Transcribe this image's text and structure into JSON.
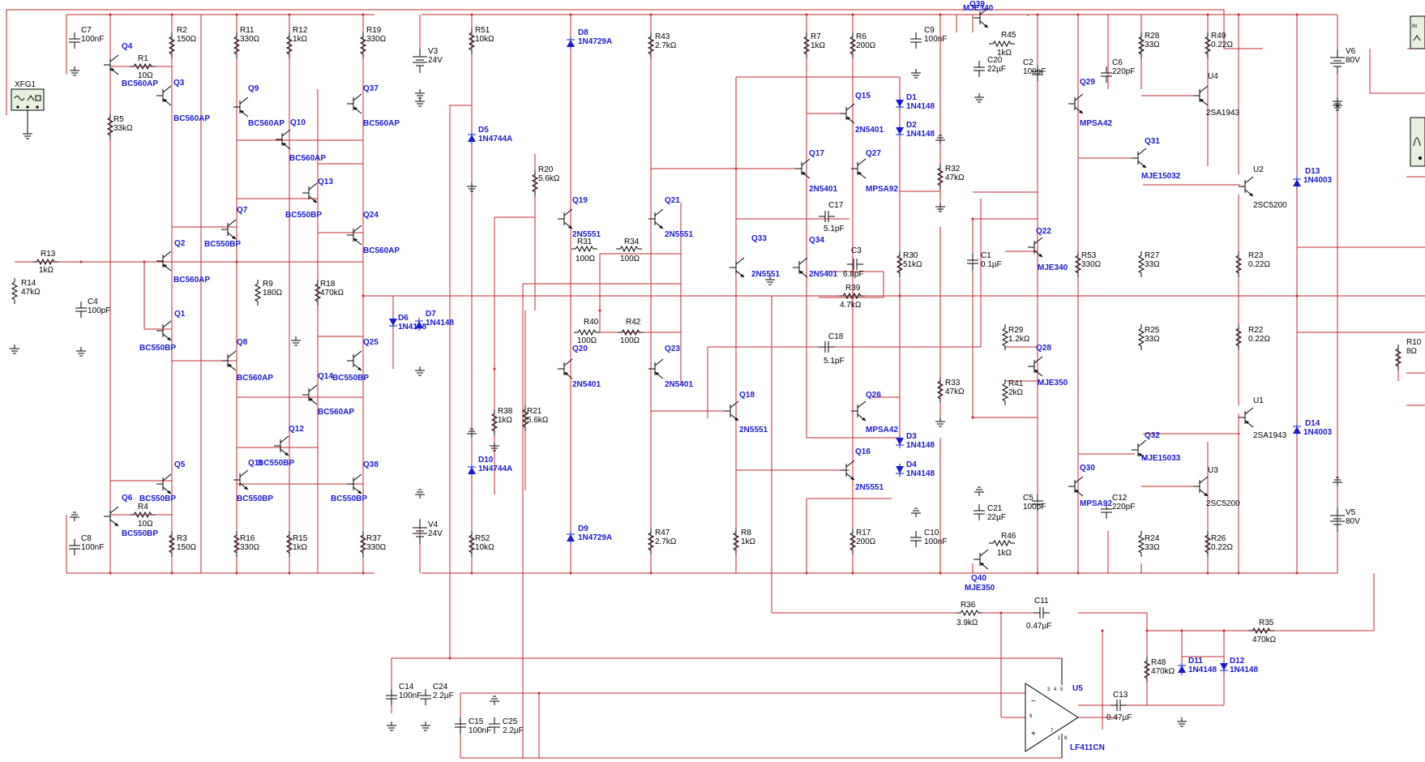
{
  "instrument": {
    "name": "XFG1"
  },
  "op_amp": {
    "ref": "U5",
    "model": "LF411CN",
    "pins": [
      "3",
      "4",
      "5",
      "6",
      "7",
      "1",
      "8"
    ],
    "minus": "−",
    "plus": "+"
  },
  "power": {
    "V3": {
      "ref": "V3",
      "value": "24V"
    },
    "V4": {
      "ref": "V4",
      "value": "24V"
    },
    "V6": {
      "ref": "V6",
      "value": "80V"
    },
    "V5": {
      "ref": "V5",
      "value": "80V"
    }
  },
  "transistors": {
    "Q4": {
      "ref": "Q4",
      "model": "BC560AP"
    },
    "Q3": {
      "ref": "Q3",
      "model": "BC560AP"
    },
    "Q2": {
      "ref": "Q2",
      "model": "BC560AP"
    },
    "Q1": {
      "ref": "Q1",
      "model": "BC550BP"
    },
    "Q5": {
      "ref": "Q5",
      "model": "BC550BP"
    },
    "Q6": {
      "ref": "Q6",
      "model": "BC550BP"
    },
    "Q9": {
      "ref": "Q9",
      "model": "BC560AP"
    },
    "Q10": {
      "ref": "Q10",
      "model": "BC560AP"
    },
    "Q7": {
      "ref": "Q7",
      "model": "BC550BP"
    },
    "Q13": {
      "ref": "Q13",
      "model": "BC550BP"
    },
    "Q37": {
      "ref": "Q37",
      "model": "BC560AP"
    },
    "Q24": {
      "ref": "Q24",
      "model": "BC560AP"
    },
    "Q8": {
      "ref": "Q8",
      "model": "BC560AP"
    },
    "Q14": {
      "ref": "Q14",
      "model": "BC560AP"
    },
    "Q25": {
      "ref": "Q25",
      "model": "BC550BP"
    },
    "Q12": {
      "ref": "Q12",
      "model": "BC550BP"
    },
    "Q11": {
      "ref": "Q11",
      "model": "BC550BP"
    },
    "Q38": {
      "ref": "Q38",
      "model": "BC550BP"
    },
    "Q19": {
      "ref": "Q19",
      "model": "2N5551"
    },
    "Q21": {
      "ref": "Q21",
      "model": "2N5551"
    },
    "Q20": {
      "ref": "Q20",
      "model": "2N5401"
    },
    "Q23": {
      "ref": "Q23",
      "model": "2N5401"
    },
    "Q17": {
      "ref": "Q17",
      "model": "2N5401"
    },
    "Q15": {
      "ref": "Q15",
      "model": "2N5401"
    },
    "Q27": {
      "ref": "Q27",
      "model": "MPSA92"
    },
    "Q33": {
      "ref": "Q33",
      "model": "2N5551"
    },
    "Q34": {
      "ref": "Q34",
      "model": "2N5401"
    },
    "Q18": {
      "ref": "Q18",
      "model": "2N5551"
    },
    "Q26": {
      "ref": "Q26",
      "model": "MPSA42"
    },
    "Q16": {
      "ref": "Q16",
      "model": "2N5551"
    },
    "Q39": {
      "ref": "Q39",
      "model": "MJE340"
    },
    "Q40": {
      "ref": "Q40",
      "model": "MJE350"
    },
    "Q22": {
      "ref": "Q22",
      "model": "MJE340"
    },
    "Q28": {
      "ref": "Q28",
      "model": "MJE350"
    },
    "Q29": {
      "ref": "Q29",
      "model": "MPSA42"
    },
    "Q30": {
      "ref": "Q30",
      "model": "MPSA92"
    },
    "Q31": {
      "ref": "Q31",
      "model": "MJE15032"
    },
    "Q32": {
      "ref": "Q32",
      "model": "MJE15033"
    },
    "U4": {
      "ref": "U4",
      "model": "2SA1943"
    },
    "U2": {
      "ref": "U2",
      "model": "2SC5200"
    },
    "U1": {
      "ref": "U1",
      "model": "2SA1943"
    },
    "U3": {
      "ref": "U3",
      "model": "2SC5200"
    }
  },
  "resistors": {
    "R1": {
      "ref": "R1",
      "value": "10Ω"
    },
    "R2": {
      "ref": "R2",
      "value": "150Ω"
    },
    "R3": {
      "ref": "R3",
      "value": "150Ω"
    },
    "R4": {
      "ref": "R4",
      "value": "10Ω"
    },
    "R5": {
      "ref": "R5",
      "value": "33kΩ"
    },
    "R8": {
      "ref": "R8",
      "value": "1kΩ"
    },
    "R9": {
      "ref": "R9",
      "value": "180Ω"
    },
    "R11": {
      "ref": "R11",
      "value": "330Ω"
    },
    "R12": {
      "ref": "R12",
      "value": "1kΩ"
    },
    "R13": {
      "ref": "R13",
      "value": "1kΩ"
    },
    "R14": {
      "ref": "R14",
      "value": "47kΩ"
    },
    "R15": {
      "ref": "R15",
      "value": "1kΩ"
    },
    "R16": {
      "ref": "R16",
      "value": "330Ω"
    },
    "R18": {
      "ref": "R18",
      "value": "470kΩ"
    },
    "R19": {
      "ref": "R19",
      "value": "330Ω"
    },
    "R37": {
      "ref": "R37",
      "value": "330Ω"
    },
    "R51": {
      "ref": "R51",
      "value": "10kΩ"
    },
    "R52": {
      "ref": "R52",
      "value": "10kΩ"
    },
    "R43": {
      "ref": "R43",
      "value": "2.7kΩ"
    },
    "R47": {
      "ref": "R47",
      "value": "2.7kΩ"
    },
    "R20": {
      "ref": "R20",
      "value": "5.6kΩ"
    },
    "R21": {
      "ref": "R21",
      "value": "5.6kΩ"
    },
    "R31": {
      "ref": "R31",
      "value": "100Ω"
    },
    "R34": {
      "ref": "R34",
      "value": "100Ω"
    },
    "R40": {
      "ref": "R40",
      "value": "100Ω"
    },
    "R42": {
      "ref": "R42",
      "value": "100Ω"
    },
    "R38": {
      "ref": "R38",
      "value": "1kΩ"
    },
    "R7": {
      "ref": "R7",
      "value": "1kΩ"
    },
    "R6": {
      "ref": "R6",
      "value": "200Ω"
    },
    "R17": {
      "ref": "R17",
      "value": "200Ω"
    },
    "R32": {
      "ref": "R32",
      "value": "47kΩ"
    },
    "R33": {
      "ref": "R33",
      "value": "47kΩ"
    },
    "R30": {
      "ref": "R30",
      "value": "51kΩ"
    },
    "R39": {
      "ref": "R39",
      "value": "4.7kΩ"
    },
    "R45": {
      "ref": "R45",
      "value": "1kΩ"
    },
    "R46": {
      "ref": "R46",
      "value": "1kΩ"
    },
    "R29": {
      "ref": "R29",
      "value": "1.2kΩ"
    },
    "R41": {
      "ref": "R41",
      "value": "2kΩ"
    },
    "R53": {
      "ref": "R53",
      "value": "330Ω"
    },
    "R28": {
      "ref": "R28",
      "value": "33Ω"
    },
    "R27": {
      "ref": "R27",
      "value": "33Ω"
    },
    "R25": {
      "ref": "R25",
      "value": "33Ω"
    },
    "R24": {
      "ref": "R24",
      "value": "33Ω"
    },
    "R49": {
      "ref": "R49",
      "value": "0.22Ω"
    },
    "R23": {
      "ref": "R23",
      "value": "0.22Ω"
    },
    "R22": {
      "ref": "R22",
      "value": "0.22Ω"
    },
    "R26": {
      "ref": "R26",
      "value": "0.22Ω"
    },
    "R10": {
      "ref": "R10",
      "value": "8Ω"
    },
    "R36": {
      "ref": "R36",
      "value": "3.9kΩ"
    },
    "R35": {
      "ref": "R35",
      "value": "470kΩ"
    },
    "R48": {
      "ref": "R48",
      "value": "470kΩ"
    }
  },
  "capacitors": {
    "C7": {
      "ref": "C7",
      "value": "100nF"
    },
    "C8": {
      "ref": "C8",
      "value": "100nF"
    },
    "C4": {
      "ref": "C4",
      "value": "100pF"
    },
    "C9": {
      "ref": "C9",
      "value": "100nF"
    },
    "C10": {
      "ref": "C10",
      "value": "100nF"
    },
    "C17": {
      "ref": "C17",
      "value": "5.1pF"
    },
    "C18": {
      "ref": "C18",
      "value": "5.1pF"
    },
    "C3": {
      "ref": "C3",
      "value": "6.8pF"
    },
    "C20": {
      "ref": "C20",
      "value": "22µF"
    },
    "C21": {
      "ref": "C21",
      "value": "22µF"
    },
    "C1": {
      "ref": "C1",
      "value": "0.1µF"
    },
    "C2": {
      "ref": "C2",
      "value": "100pF"
    },
    "C5": {
      "ref": "C5",
      "value": "100pF"
    },
    "C6": {
      "ref": "C6",
      "value": "220pF"
    },
    "C12": {
      "ref": "C12",
      "value": "220pF"
    },
    "C11": {
      "ref": "C11",
      "value": "0.47µF"
    },
    "C13": {
      "ref": "C13",
      "value": "0.47µF"
    },
    "C14": {
      "ref": "C14",
      "value": "100nF"
    },
    "C15": {
      "ref": "C15",
      "value": "100nF"
    },
    "C24": {
      "ref": "C24",
      "value": "2.2µF"
    },
    "C25": {
      "ref": "C25",
      "value": "2.2µF"
    }
  },
  "diodes": {
    "D5": {
      "ref": "D5",
      "value": "1N4744A"
    },
    "D10": {
      "ref": "D10",
      "value": "1N4744A"
    },
    "D8": {
      "ref": "D8",
      "value": "1N4729A"
    },
    "D9": {
      "ref": "D9",
      "value": "1N4729A"
    },
    "D6": {
      "ref": "D6",
      "value": "1N4148"
    },
    "D7": {
      "ref": "D7",
      "value": "1N4148"
    },
    "D1": {
      "ref": "D1",
      "value": "1N4148"
    },
    "D2": {
      "ref": "D2",
      "value": "1N4148"
    },
    "D3": {
      "ref": "D3",
      "value": "1N4148"
    },
    "D4": {
      "ref": "D4",
      "value": "1N4148"
    },
    "D13": {
      "ref": "D13",
      "value": "1N4003"
    },
    "D14": {
      "ref": "D14",
      "value": "1N4003"
    },
    "D11": {
      "ref": "D11",
      "value": "1N4148"
    },
    "D12": {
      "ref": "D12",
      "value": "1N4148"
    }
  }
}
